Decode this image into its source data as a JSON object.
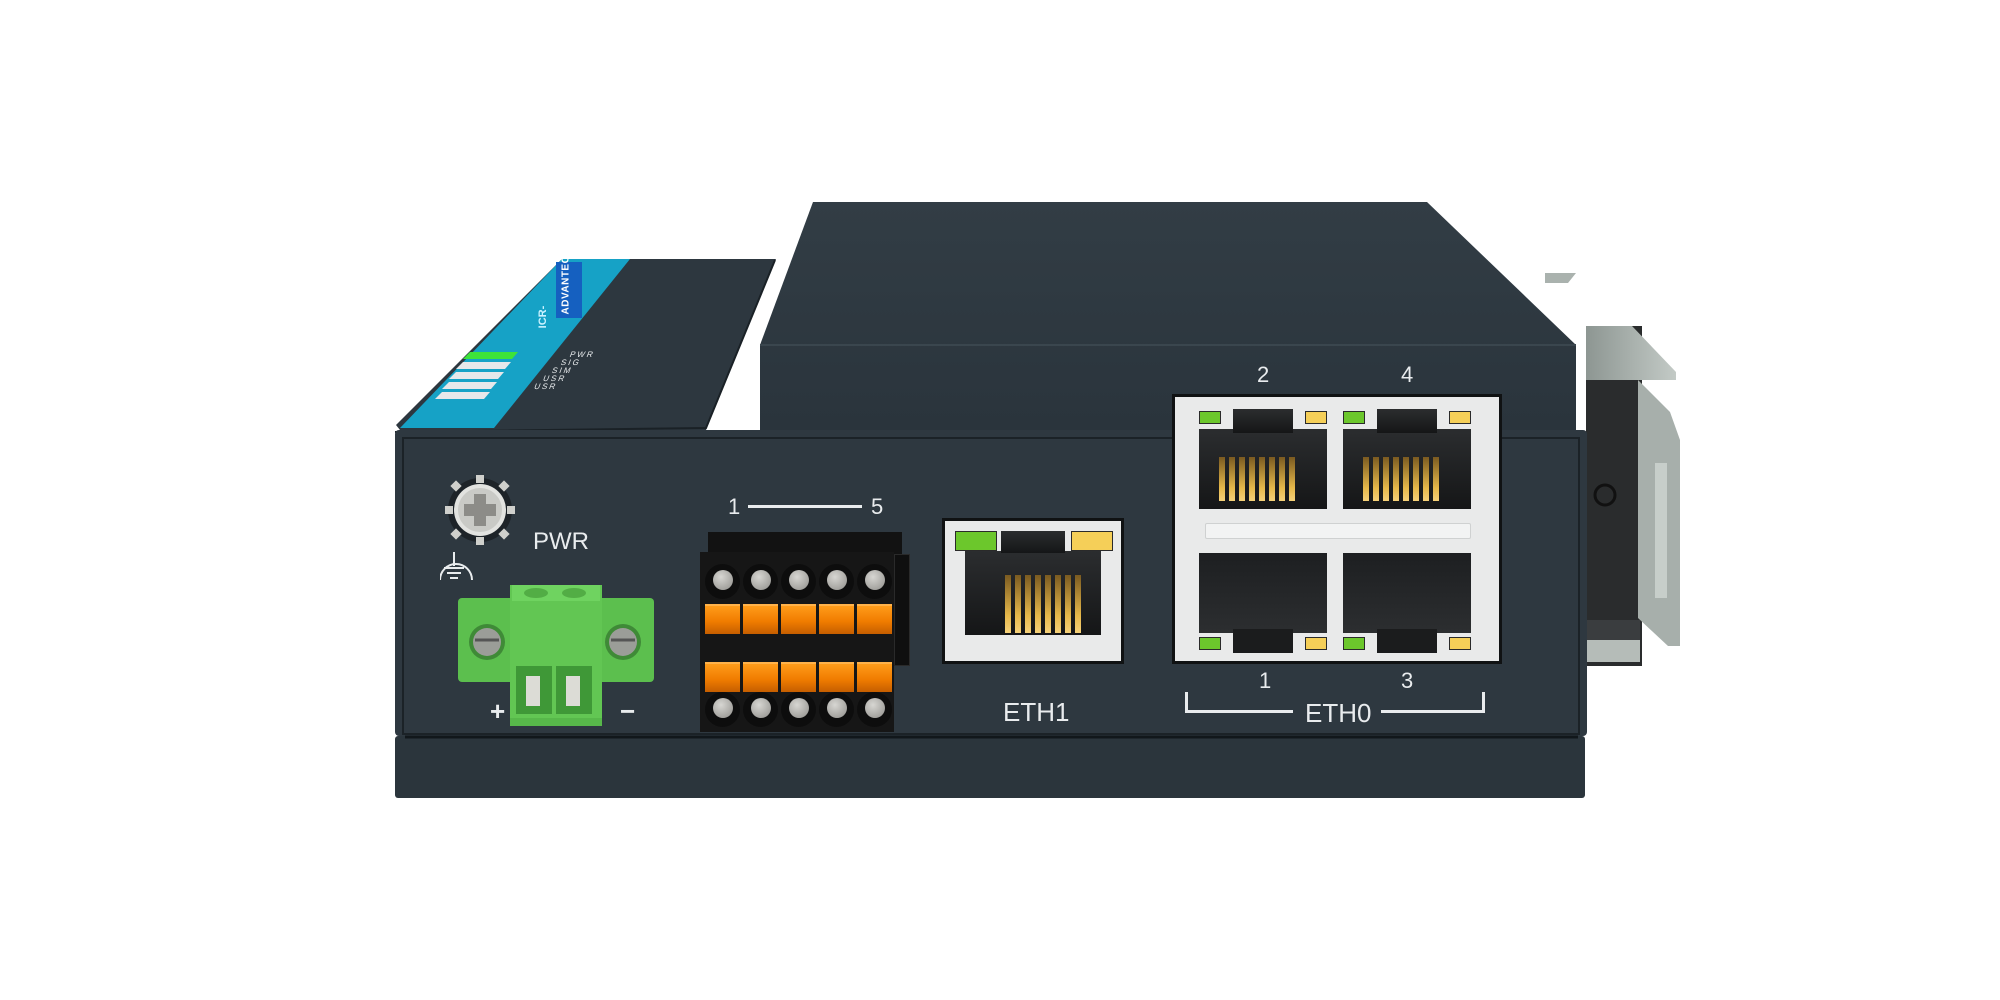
{
  "device": {
    "brand": "ADVANTECH",
    "model": "ICR-",
    "body_color": "#2e3840",
    "accent_color": "#14a0c4",
    "status_leds": {
      "labels": [
        "PWR",
        "SIG",
        "SIM",
        "USR",
        "USR"
      ],
      "states": [
        "on-green",
        "off",
        "off",
        "off",
        "off"
      ]
    },
    "front_panel": {
      "ground_screw_icon": "ground-screw-icon",
      "ground_symbol_icon": "protective-earth-icon",
      "power": {
        "label": "PWR",
        "plus_label": "+",
        "minus_label": "−",
        "connector_color": "#5cc24e"
      },
      "io_terminal": {
        "range_start": "1",
        "range_end": "5",
        "lever_color": "#f08000"
      },
      "eth1": {
        "label": "ETH1",
        "led_link_color": "#6cc72c",
        "led_activity_color": "#f5cf58"
      },
      "eth0": {
        "label": "ETH0",
        "ports": [
          {
            "number": "2",
            "row": "top"
          },
          {
            "number": "4",
            "row": "top"
          },
          {
            "number": "1",
            "row": "bottom"
          },
          {
            "number": "3",
            "row": "bottom"
          }
        ],
        "led_link_color": "#6cc72c",
        "led_activity_color": "#f5cf58"
      }
    },
    "din_rail_clip": "din-rail-clip"
  }
}
